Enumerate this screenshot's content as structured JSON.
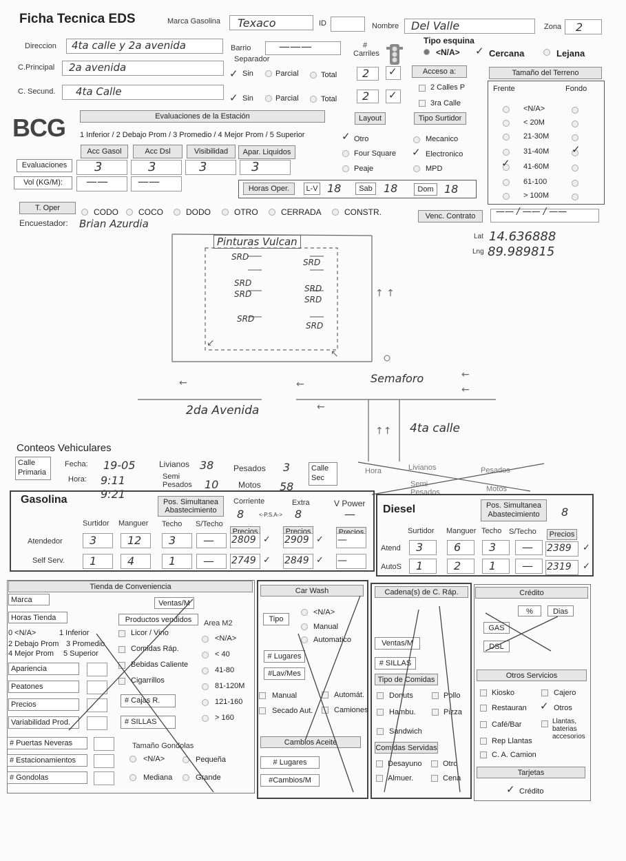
{
  "header": {
    "title": "Ficha Tecnica EDS",
    "marca_label": "Marca Gasolina",
    "marca_value": "Texaco",
    "id_label": "ID",
    "nombre_label": "Nombre",
    "nombre_value": "Del Valle",
    "zona_label": "Zona",
    "zona_value": "2"
  },
  "address": {
    "direccion_label": "Direccion",
    "direccion_value": "4ta calle y 2a avenida",
    "barrio_label": "Barrio",
    "barrio_value": "———",
    "carriles_label": "# Carriles",
    "separador_label": "Separador",
    "principal_label": "C.Principal",
    "principal_value": "2a avenida",
    "secund_label": "C. Secund.",
    "secund_value": "4ta Calle",
    "sin": "Sin",
    "parcial": "Parcial",
    "total": "Total",
    "carriles_principal": "2",
    "carriles_secund": "2"
  },
  "esquina": {
    "label": "Tipo esquina",
    "na": "<N/A>",
    "cercana": "Cercana",
    "lejana": "Lejana",
    "acceso_label": "Acceso a:",
    "dos_calles": "2 Calles P",
    "tercera_calle": "3ra Calle"
  },
  "terreno": {
    "label": "Tamaño del Terreno",
    "frente": "Frente",
    "fondo": "Fondo",
    "options": [
      "<N/A>",
      "< 20M",
      "21-30M",
      "31-40M",
      "41-60M",
      "61-100",
      "> 100M"
    ]
  },
  "logo": "BCG",
  "evaluaciones": {
    "header": "Evaluaciones de la Estación",
    "scale": "1 Inferior / 2 Debajo Prom / 3 Promedio / 4 Mejor Prom / 5 Superior",
    "cols": [
      "Acc Gasol",
      "Acc Dsl",
      "Visibilidad",
      "Apar. Liquidos"
    ],
    "row_label": "Evaluaciones",
    "values": [
      "3",
      "3",
      "3",
      "3"
    ],
    "vol_label": "Vol (KG/M):",
    "vol_values": [
      "——",
      "——"
    ],
    "horas_label": "Horas Oper.",
    "lv_label": "L-V",
    "lv_value": "18",
    "sab_label": "Sab",
    "sab_value": "18",
    "dom_label": "Dom",
    "dom_value": "18"
  },
  "layout": {
    "label": "Layout",
    "otro": "Otro",
    "four": "Four Square",
    "peaje": "Peaje",
    "surtidor_label": "Tipo Surtidor",
    "mecanico": "Mecanico",
    "electronico": "Electronico",
    "mpd": "MPD"
  },
  "toper": {
    "label": "T. Oper",
    "options": [
      "CODO",
      "COCO",
      "DODO",
      "OTRO",
      "CERRADA",
      "CONSTR."
    ],
    "venc_label": "Venc. Contrato",
    "venc_value": "—— / —— / ——"
  },
  "encuestador": {
    "label": "Encuestador:",
    "value": "Brian Azurdia"
  },
  "map": {
    "lat_label": "Lat",
    "lat": "14.636888",
    "lng_label": "Lng",
    "lng": "89.989815",
    "building": "Pinturas Vulcan",
    "pump": "SRD",
    "semaforo": "Semaforo",
    "avenida": "2da Avenida",
    "calle": "4ta calle"
  },
  "conteos": {
    "title": "Conteos Vehiculares",
    "calle_primaria": "Calle Primaria",
    "fecha_label": "Fecha:",
    "fecha": "19-05",
    "hora_label": "Hora:",
    "hora1": "9:11",
    "hora2": "9:21",
    "livianos": "Livianos",
    "livianos_v": "38",
    "semi": "Semi Pesados",
    "semi_v": "10",
    "pesados": "Pesados",
    "pesados_v": "3",
    "motos": "Motos",
    "motos_v": "58",
    "calle_sec": "Calle Sec",
    "hora2_label": "Hora"
  },
  "gasolina": {
    "title": "Gasolina",
    "pos": "Pos. Simultanea Abastecimiento",
    "pos_value": "8",
    "corriente": "Corriente",
    "extra": "Extra",
    "vpower": "V Power",
    "psa": "<-P.S.A->",
    "extra_value": "8",
    "vpower_value": "—",
    "cols": [
      "Surtidor",
      "Manguer",
      "Techo",
      "S/Techo"
    ],
    "precios": "Precios",
    "atendedor": "Atendedor",
    "self": "Self Serv.",
    "at_values": [
      "3",
      "12",
      "3",
      "—"
    ],
    "ss_values": [
      "1",
      "4",
      "1",
      "—"
    ],
    "at_prices": [
      "2809",
      "2909",
      "—"
    ],
    "ss_prices": [
      "2749",
      "2849",
      "—"
    ]
  },
  "diesel": {
    "title": "Diesel",
    "pos": "Pos. Simultanea Abastecimiento",
    "pos_value": "8",
    "cols": [
      "Surtidor",
      "Manguer",
      "Techo",
      "S/Techo"
    ],
    "precios": "Precios",
    "atend": "Atend",
    "autos": "AutoS",
    "at_values": [
      "3",
      "6",
      "3",
      "—"
    ],
    "as_values": [
      "1",
      "2",
      "1",
      "—"
    ],
    "at_price": "2389",
    "as_price": "2319"
  },
  "tienda": {
    "title": "Tienda de Conveniencia",
    "marca": "Marca",
    "ventas": "Ventas/M",
    "horas": "Horas Tienda",
    "productos": "Productos vendidos",
    "area": "Area M2",
    "scale": [
      "0 <N/A>",
      "1 Inferior",
      "2 Debajo Prom",
      "3 Promedio",
      "4 Mejor Prom",
      "5 Superior"
    ],
    "productos_list": [
      "Licor / Vino",
      "Comidas Ráp.",
      "Bebidas Caliente",
      "Cigarrillos"
    ],
    "area_list": [
      "<N/A>",
      "< 40",
      "41-80",
      "81-120M",
      "121-160",
      "> 160"
    ],
    "rows": [
      "Apariencia",
      "Peatones",
      "Precios",
      "Variabilidad Prod."
    ],
    "cajas": "# Cajas R.",
    "sillas": "# SILLAS",
    "extra_rows": [
      "# Puertas Neveras",
      "# Estacionamientos",
      "# Gondolas"
    ],
    "gondolas": "Tamaño Gondolas",
    "g_na": "<N/A>",
    "g_peq": "Pequeña",
    "g_med": "Mediana",
    "g_gra": "Grande"
  },
  "carwash": {
    "title": "Car Wash",
    "tipo": "Tipo",
    "na": "<N/A>",
    "manual": "Manual",
    "auto": "Automatico",
    "lugares": "# Lugares",
    "lavmes": "#Lav/Mes",
    "manual2": "Manual",
    "automat": "Automát.",
    "secado": "Secado Aut.",
    "camiones": "Camiones",
    "aceite": "Cambios Aceite",
    "lugares2": "# Lugares",
    "cambios": "#Cambios/M"
  },
  "cadena": {
    "title": "Cadena(s) de C. Ráp.",
    "ventas": "Ventas/M",
    "sillas": "# SILLAS",
    "tipo": "Tipo de Comidas",
    "donuts": "Donuts",
    "pollo": "Pollo",
    "hambu": "Hambu.",
    "pizza": "Pizza",
    "sandwich": "Sandwich",
    "servidas": "Comidas Servidas",
    "desayuno": "Desayuno",
    "otro": "Otro",
    "almuer": "Almuer.",
    "cena": "Cena"
  },
  "credito": {
    "title": "Crédito",
    "pct": "%",
    "dias": "Dias",
    "gas": "GAS",
    "dsl": "DSL",
    "otros_title": "Otros Servicios",
    "kiosko": "Kiosko",
    "cajero": "Cajero",
    "restauran": "Restauran",
    "otros": "Otros",
    "cafe": "Café/Bar",
    "llantas": "Llantas, baterias accesorios",
    "rep": "Rep Llantas",
    "camion": "C. A. Camion",
    "tarjetas": "Tarjetas",
    "tcredito": "Crédito"
  }
}
